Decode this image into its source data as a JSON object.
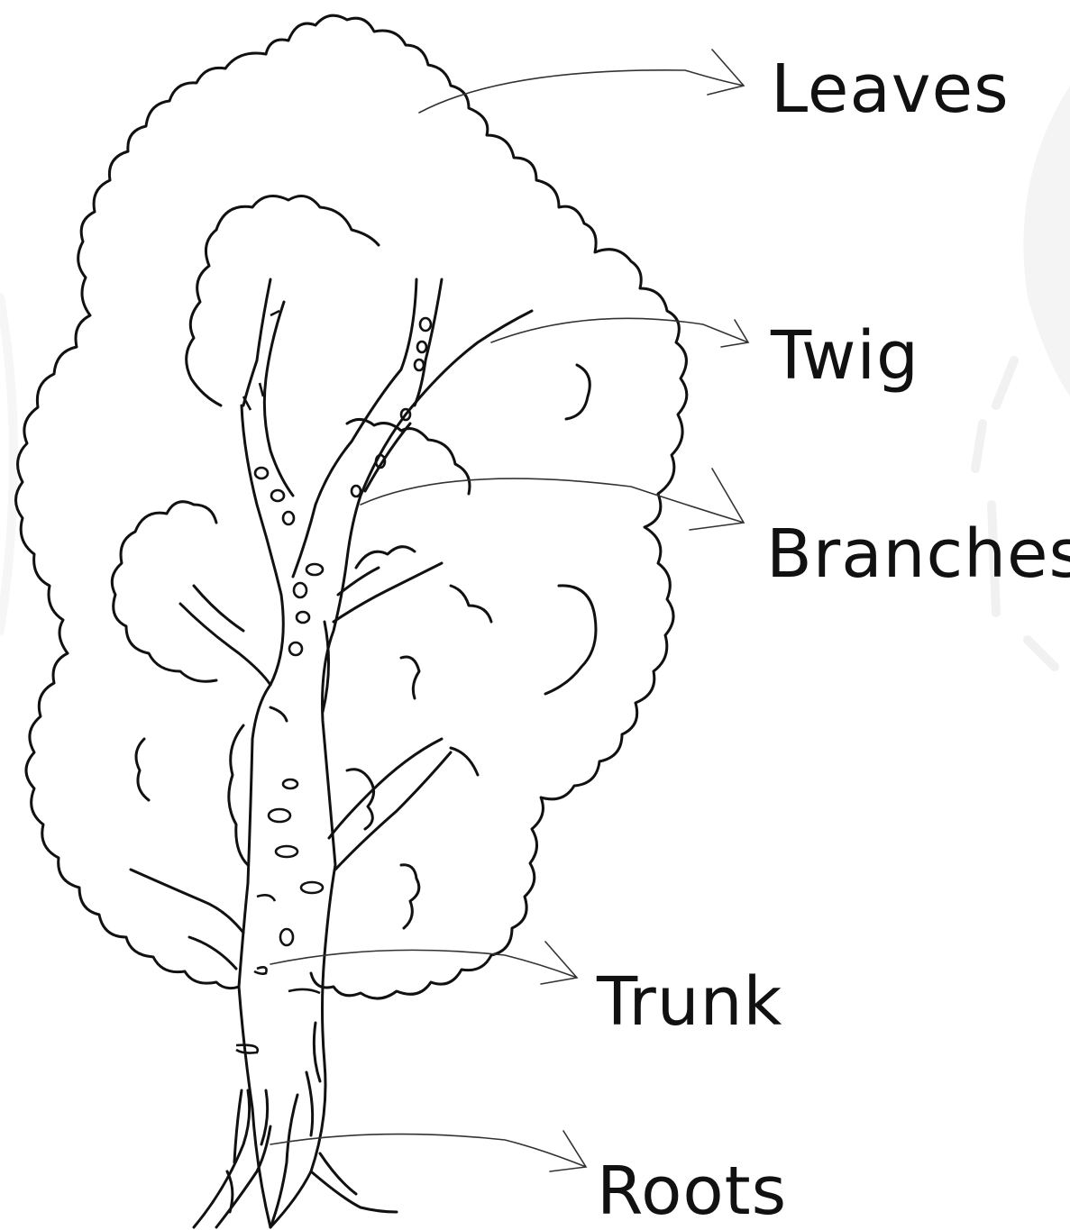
{
  "labels": {
    "leaves": "Leaves",
    "twig": "Twig",
    "branches": "Branches",
    "trunk": "Trunk",
    "roots": "Roots"
  },
  "colors": {
    "ink": "#111111",
    "background": "#ffffff",
    "decoration": "#f1f1f1"
  }
}
